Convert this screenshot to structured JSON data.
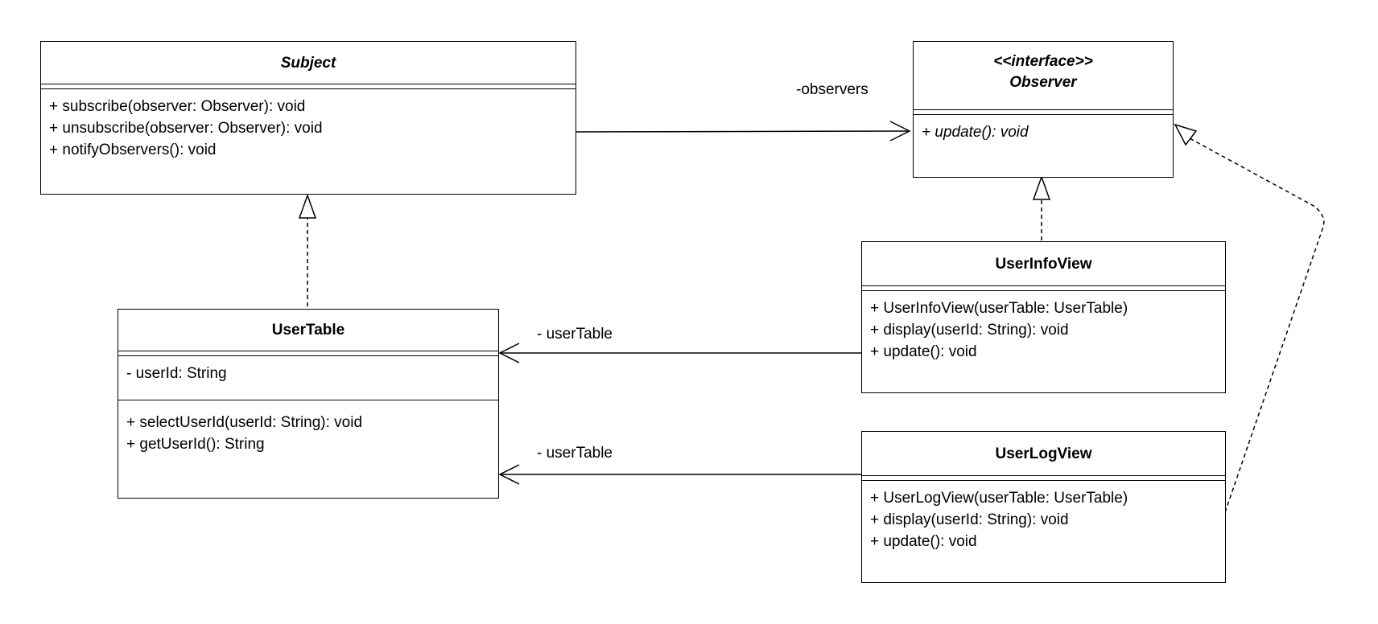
{
  "subject": {
    "name": "Subject",
    "methods": [
      "+ subscribe(observer: Observer): void",
      "+ unsubscribe(observer: Observer): void",
      "+ notifyObservers(): void"
    ]
  },
  "observer": {
    "stereotype": "<<interface>>",
    "name": "Observer",
    "methods": [
      "+ update(): void"
    ]
  },
  "user_table": {
    "name": "UserTable",
    "attributes": [
      "- userId: String"
    ],
    "methods": [
      "+ selectUserId(userId: String): void",
      "+ getUserId(): String"
    ]
  },
  "user_info_view": {
    "name": "UserInfoView",
    "methods": [
      "+ UserInfoView(userTable: UserTable)",
      "+ display(userId: String): void",
      "+ update(): void"
    ]
  },
  "user_log_view": {
    "name": "UserLogView",
    "methods": [
      "+ UserLogView(userTable: UserTable)",
      "+ display(userId: String): void",
      "+ update(): void"
    ]
  },
  "labels": {
    "observers": "-observers",
    "info_user_table": "- userTable",
    "log_user_table": "- userTable"
  }
}
